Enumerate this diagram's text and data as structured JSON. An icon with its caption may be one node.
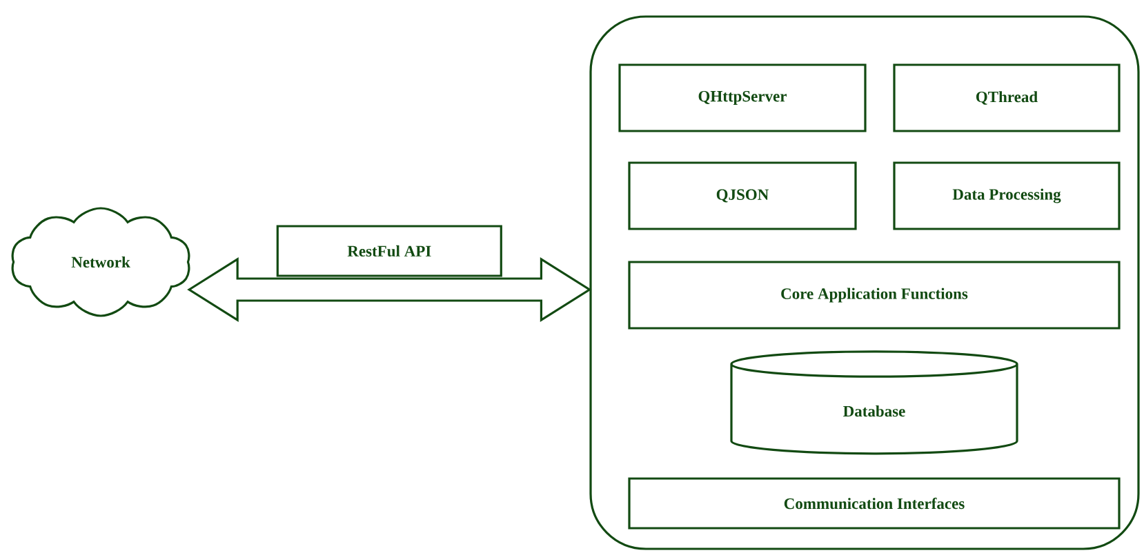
{
  "diagram": {
    "nodes": [
      {
        "text": [
          "Network"
        ]
      },
      {
        "text": [],
        "shape": "box"
      },
      {
        "text": [
          "QHttpServer"
        ],
        "in": 1
      },
      {
        "text": [
          "QThread"
        ],
        "in": 1
      },
      {
        "text": [
          "QJSON"
        ],
        "in": 1
      },
      {
        "text": [
          "Data Processing"
        ],
        "in": 1
      },
      {
        "text": [
          "Core Application Functions"
        ],
        "in": 1
      },
      {
        "text": [
          "Database"
        ],
        "in": 1
      },
      {
        "text": [
          "Communication Interfaces"
        ],
        "in": 1
      }
    ],
    "edges": [
      {
        "from": 0,
        "to": 1,
        "arrow": "both",
        "label": "RestFul API"
      }
    ]
  }
}
